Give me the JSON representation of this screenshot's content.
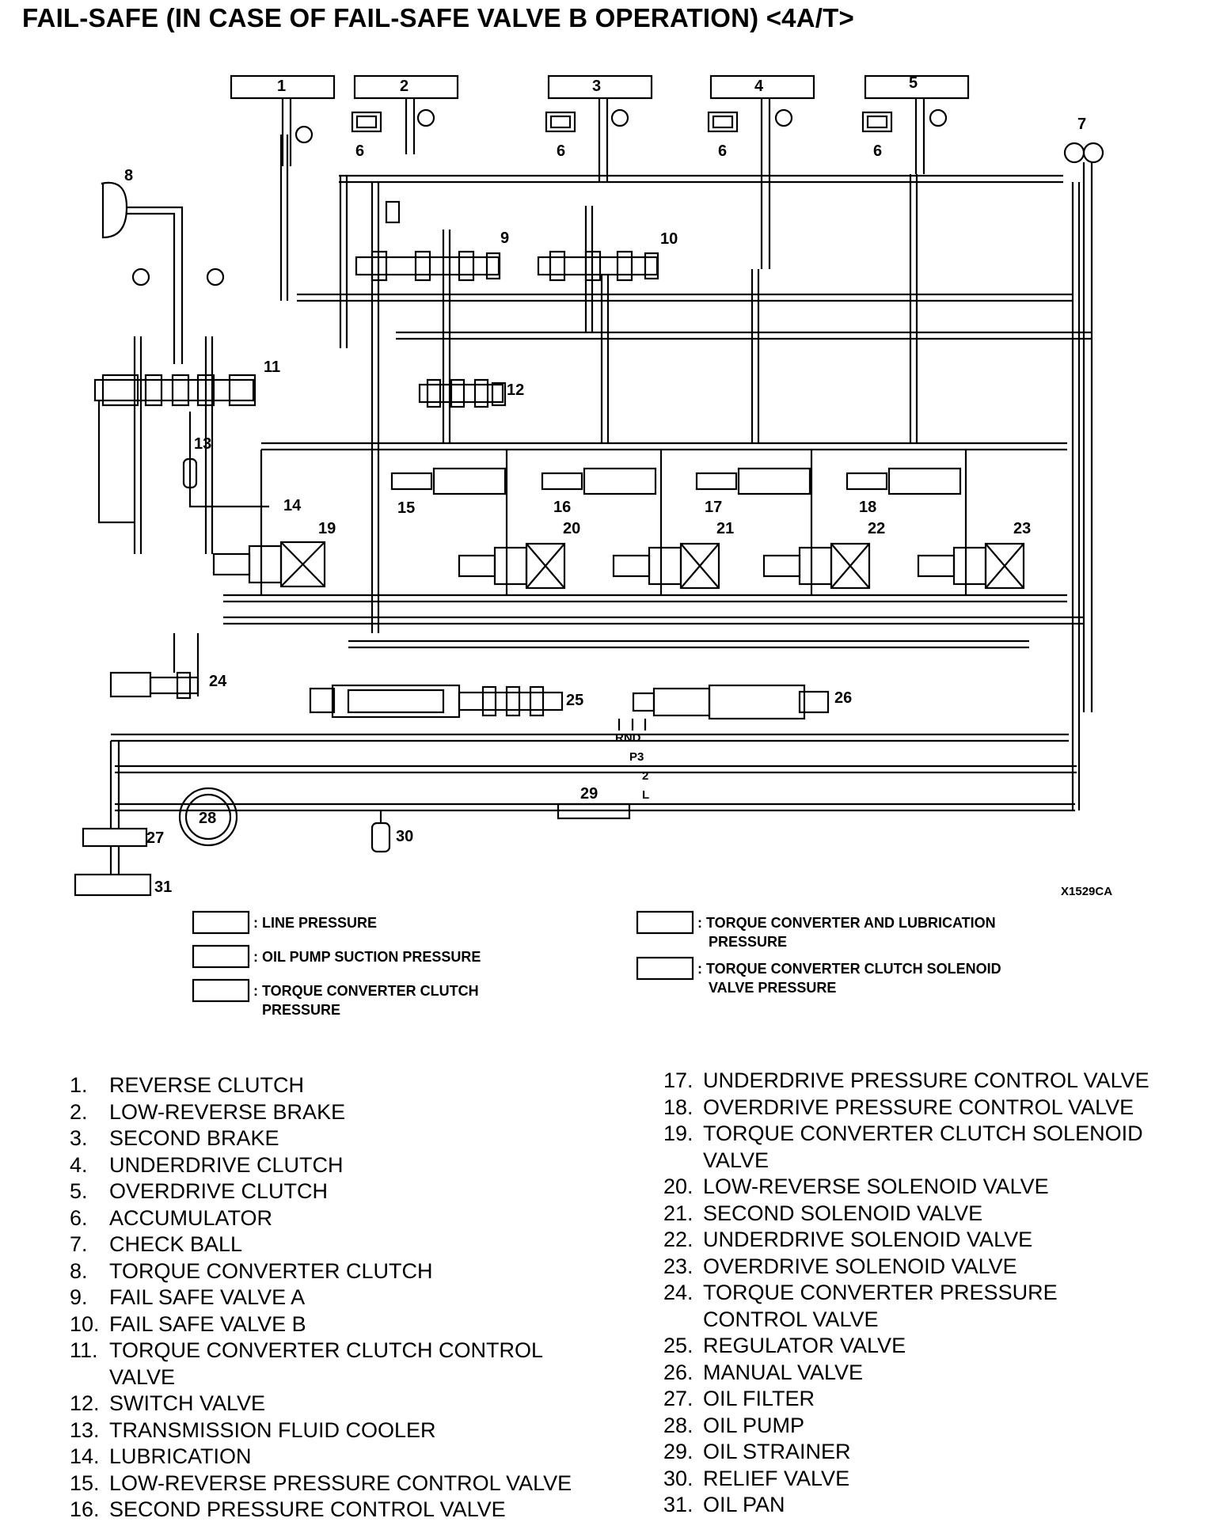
{
  "title": "FAIL-SAFE (IN CASE OF FAIL-SAFE VALVE B OPERATION) <4A/T>",
  "figure_code": "X1529CA",
  "callouts": {
    "c1": "1",
    "c2": "2",
    "c3": "3",
    "c4": "4",
    "c5": "5",
    "c6": "6",
    "c7": "7",
    "c8": "8",
    "c9": "9",
    "c10": "10",
    "c11": "11",
    "c12": "12",
    "c13": "13",
    "c14": "14",
    "c15": "15",
    "c16": "16",
    "c17": "17",
    "c18": "18",
    "c19": "19",
    "c20": "20",
    "c21": "21",
    "c22": "22",
    "c23": "23",
    "c24": "24",
    "c25": "25",
    "c26": "26",
    "c27": "27",
    "c28": "28",
    "c29": "29",
    "c30": "30",
    "c31": "31"
  },
  "shift_positions": {
    "row1": "RND",
    "row2": "P3",
    "row3": "2",
    "row4": "L"
  },
  "legend": {
    "line_pressure": ": LINE PRESSURE",
    "oil_pump_suction": ": OIL PUMP SUCTION PRESSURE",
    "tcc_pressure_1": ": TORQUE CONVERTER CLUTCH",
    "tcc_pressure_2": "PRESSURE",
    "tc_lub_1": ": TORQUE CONVERTER AND LUBRICATION",
    "tc_lub_2": "PRESSURE",
    "tcc_sol_1": ": TORQUE CONVERTER CLUTCH SOLENOID",
    "tcc_sol_2": "VALVE PRESSURE"
  },
  "components_left": [
    {
      "n": "1.",
      "t": "REVERSE CLUTCH"
    },
    {
      "n": "2.",
      "t": "LOW-REVERSE BRAKE"
    },
    {
      "n": "3.",
      "t": "SECOND BRAKE"
    },
    {
      "n": "4.",
      "t": "UNDERDRIVE CLUTCH"
    },
    {
      "n": "5.",
      "t": "OVERDRIVE CLUTCH"
    },
    {
      "n": "6.",
      "t": "ACCUMULATOR"
    },
    {
      "n": "7.",
      "t": "CHECK BALL"
    },
    {
      "n": "8.",
      "t": "TORQUE CONVERTER CLUTCH"
    },
    {
      "n": "9.",
      "t": "FAIL SAFE VALVE A"
    },
    {
      "n": "10.",
      "t": "FAIL SAFE VALVE B"
    },
    {
      "n": "11.",
      "t": "TORQUE CONVERTER CLUTCH CONTROL"
    },
    {
      "n": "",
      "t": "VALVE"
    },
    {
      "n": "12.",
      "t": "SWITCH VALVE"
    },
    {
      "n": "13.",
      "t": "TRANSMISSION FLUID COOLER"
    },
    {
      "n": "14.",
      "t": "LUBRICATION"
    },
    {
      "n": "15.",
      "t": "LOW-REVERSE PRESSURE CONTROL VALVE"
    },
    {
      "n": "16.",
      "t": "SECOND PRESSURE CONTROL VALVE"
    }
  ],
  "components_right": [
    {
      "n": "17.",
      "t": "UNDERDRIVE PRESSURE CONTROL VALVE"
    },
    {
      "n": "18.",
      "t": "OVERDRIVE PRESSURE CONTROL VALVE"
    },
    {
      "n": "19.",
      "t": "TORQUE CONVERTER CLUTCH SOLENOID"
    },
    {
      "n": "",
      "t": "VALVE"
    },
    {
      "n": "20.",
      "t": "LOW-REVERSE SOLENOID VALVE"
    },
    {
      "n": "21.",
      "t": "SECOND SOLENOID VALVE"
    },
    {
      "n": "22.",
      "t": "UNDERDRIVE SOLENOID VALVE"
    },
    {
      "n": "23.",
      "t": "OVERDRIVE SOLENOID VALVE"
    },
    {
      "n": "24.",
      "t": "TORQUE CONVERTER PRESSURE"
    },
    {
      "n": "",
      "t": "CONTROL VALVE"
    },
    {
      "n": "25.",
      "t": "REGULATOR VALVE"
    },
    {
      "n": "26.",
      "t": "MANUAL VALVE"
    },
    {
      "n": "27.",
      "t": "OIL FILTER"
    },
    {
      "n": "28.",
      "t": "OIL PUMP"
    },
    {
      "n": "29.",
      "t": "OIL STRAINER"
    },
    {
      "n": "30.",
      "t": "RELIEF VALVE"
    },
    {
      "n": "31.",
      "t": "OIL PAN"
    }
  ]
}
